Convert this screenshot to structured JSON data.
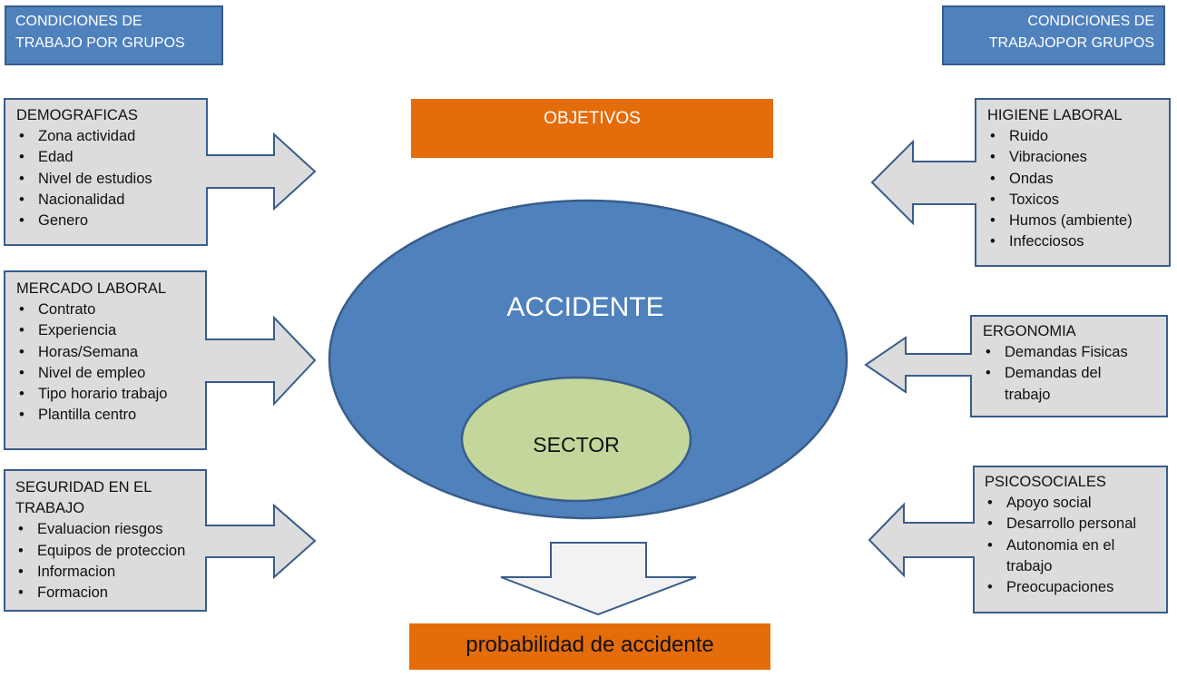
{
  "headers": {
    "left": "CONDICIONES DE TRABAJO POR GRUPOS",
    "right_line1": "CONDICIONES DE",
    "right_line2": "TRABAJOPOR GRUPOS"
  },
  "objetivos": "OBJETIVOS",
  "accidente": "ACCIDENTE",
  "sector": "SECTOR",
  "probabilidad": "probabilidad de accidente",
  "groups": {
    "demograficas": {
      "title": "DEMOGRAFICAS",
      "items": [
        "Zona actividad",
        "Edad",
        "Nivel de estudios",
        "Nacionalidad",
        "Genero"
      ]
    },
    "mercado": {
      "title": "MERCADO LABORAL",
      "items": [
        "Contrato",
        "Experiencia",
        "Horas/Semana",
        "Nivel de empleo",
        "Tipo horario trabajo",
        "Plantilla centro"
      ]
    },
    "seguridad": {
      "title": "SEGURIDAD EN EL TRABAJO",
      "items": [
        "Evaluacion riesgos",
        "Equipos de proteccion",
        "Informacion",
        "Formacion"
      ]
    },
    "higiene": {
      "title": "HIGIENE LABORAL",
      "items": [
        "Ruido",
        "Vibraciones",
        "Ondas",
        "Toxicos",
        "Humos (ambiente)",
        "Infecciosos"
      ]
    },
    "ergonomia": {
      "title": "ERGONOMIA",
      "items": [
        "Demandas  Fisicas",
        "Demandas del trabajo"
      ]
    },
    "psicosociales": {
      "title": "PSICOSOCIALES",
      "items": [
        "Apoyo social",
        "Desarrollo personal",
        "Autonomia en el trabajo",
        "Preocupaciones"
      ]
    }
  },
  "colors": {
    "blue": "#4f81bd",
    "blue_border": "#385d8a",
    "orange": "#e46c0a",
    "green": "#c3d69b",
    "gray_box": "#dcdcdc",
    "arrow_fill": "#f2f2f2"
  }
}
